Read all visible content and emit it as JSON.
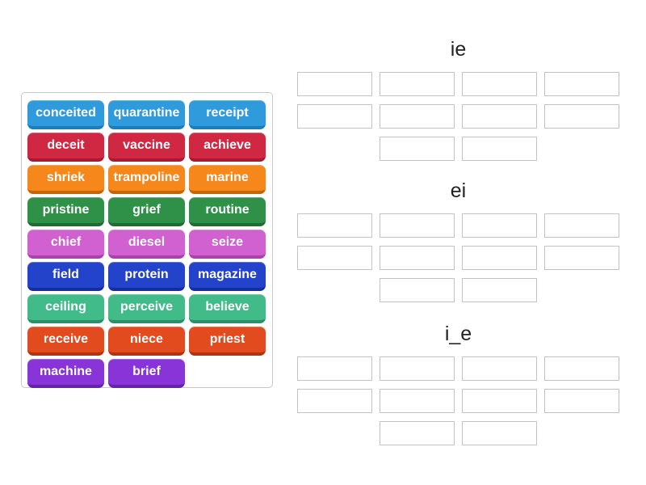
{
  "activity": {
    "type": "group-sort",
    "background_color": "#ffffff"
  },
  "word_bank": {
    "tiles": [
      {
        "label": "conceited",
        "color": "#2f9bdc"
      },
      {
        "label": "quarantine",
        "color": "#2f9bdc"
      },
      {
        "label": "receipt",
        "color": "#2f9bdc"
      },
      {
        "label": "deceit",
        "color": "#d02743"
      },
      {
        "label": "vaccine",
        "color": "#d02743"
      },
      {
        "label": "achieve",
        "color": "#d02743"
      },
      {
        "label": "shriek",
        "color": "#f6871b"
      },
      {
        "label": "trampoline",
        "color": "#f6871b"
      },
      {
        "label": "marine",
        "color": "#f6871b"
      },
      {
        "label": "pristine",
        "color": "#2e9147"
      },
      {
        "label": "grief",
        "color": "#2e9147"
      },
      {
        "label": "routine",
        "color": "#2e9147"
      },
      {
        "label": "chief",
        "color": "#d160d1"
      },
      {
        "label": "diesel",
        "color": "#d160d1"
      },
      {
        "label": "seize",
        "color": "#d160d1"
      },
      {
        "label": "field",
        "color": "#2443cb"
      },
      {
        "label": "protein",
        "color": "#2443cb"
      },
      {
        "label": "magazine",
        "color": "#2443cb"
      },
      {
        "label": "ceiling",
        "color": "#42bb8a"
      },
      {
        "label": "perceive",
        "color": "#42bb8a"
      },
      {
        "label": "believe",
        "color": "#42bb8a"
      },
      {
        "label": "receive",
        "color": "#e24b1d"
      },
      {
        "label": "niece",
        "color": "#e24b1d"
      },
      {
        "label": "priest",
        "color": "#e24b1d"
      },
      {
        "label": "machine",
        "color": "#8834d8"
      },
      {
        "label": "brief",
        "color": "#8834d8"
      }
    ],
    "palette": {
      "blue": {
        "fill": "#2f9bdc",
        "edge": "#1d7db8"
      },
      "crimson": {
        "fill": "#d02743",
        "edge": "#a21d33"
      },
      "orange": {
        "fill": "#f6871b",
        "edge": "#c4650a"
      },
      "green": {
        "fill": "#2e9147",
        "edge": "#206b33"
      },
      "orchid": {
        "fill": "#d160d1",
        "edge": "#a844a8"
      },
      "royal_blue": {
        "fill": "#2443cb",
        "edge": "#172e99"
      },
      "sea_green": {
        "fill": "#42bb8a",
        "edge": "#2e8e67"
      },
      "vermilion": {
        "fill": "#e24b1d",
        "edge": "#ae3511"
      },
      "purple": {
        "fill": "#8834d8",
        "edge": "#6523a8"
      }
    },
    "text_color": "#ffffff"
  },
  "groups": [
    {
      "label": "ie",
      "slot_count": 10,
      "slot_layout": [
        4,
        4,
        2
      ]
    },
    {
      "label": "ei",
      "slot_count": 10,
      "slot_layout": [
        4,
        4,
        2
      ]
    },
    {
      "label": "i_e",
      "slot_count": 10,
      "slot_layout": [
        4,
        4,
        2
      ]
    }
  ]
}
